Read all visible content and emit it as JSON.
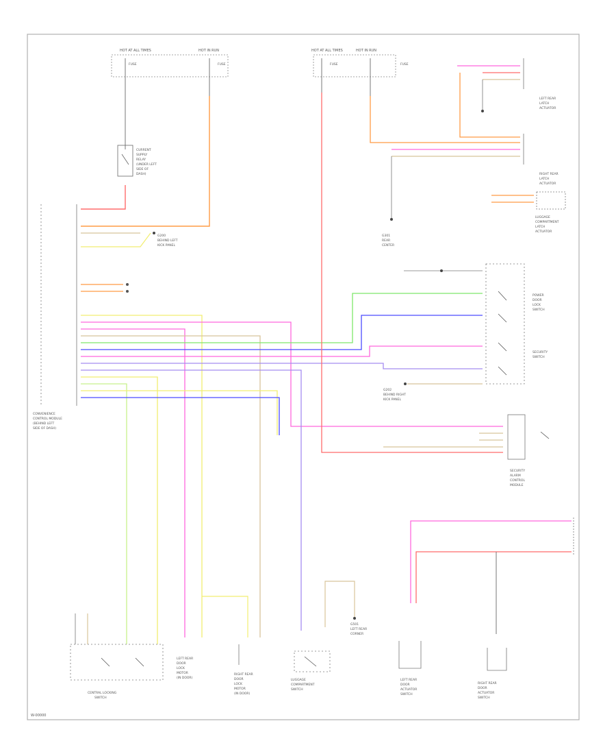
{
  "colors": {
    "border": "#b0b0b0",
    "wire_black": "#777777",
    "red": "#ff6b6b",
    "orange": "#ff9b45",
    "pink": "#ff66dd",
    "green": "#7ee86a",
    "blue": "#4b4bff",
    "yellow": "#f2ee70",
    "tan": "#d8c49a",
    "violet": "#a48cf0",
    "mix_green_yellow": "#c8f08c"
  },
  "labels": {
    "top_left_fuses": [
      "HOT AT ALL TIMES",
      "HOT IN RUN",
      "FUSE",
      "FUSE"
    ],
    "top_mid_fuses": [
      "HOT AT ALL TIMES",
      "HOT IN RUN",
      "FUSE",
      "FUSE"
    ],
    "relay": [
      "CURRENT",
      "SUPPLY",
      "RELAY",
      "(UNDER LEFT",
      "SIDE OF",
      "DASH)"
    ],
    "left_module": [
      "CONVENIENCE",
      "CONTROL MODULE",
      "(BEHIND LEFT",
      "SIDE OF DASH)"
    ],
    "ground_g1": [
      "G200",
      "BEHIND LEFT",
      "KICK PANEL"
    ],
    "ground_g2": [
      "G301",
      "REAR",
      "CENTER"
    ],
    "ground_g3": [
      "G202",
      "BEHIND RIGHT",
      "KICK PANEL"
    ],
    "ground_g4": [
      "G501",
      "LEFT REAR",
      "CORNER"
    ],
    "right_upper": [
      "LEFT REAR",
      "LATCH",
      "ACTUATOR"
    ],
    "right_mid": [
      "RIGHT REAR",
      "LATCH",
      "ACTUATOR"
    ],
    "right_mid2": [
      "LUGGAGE",
      "COMPARTMENT",
      "LATCH",
      "ACTUATOR"
    ],
    "sw_mid": [
      "POWER",
      "DOOR",
      "LOCK",
      "SWITCH",
      "SECURITY",
      "SWITCH"
    ],
    "ant_module": [
      "SECURITY",
      "ALARM",
      "CONTROL",
      "MODULE"
    ],
    "bot_1": [
      "CENTRAL LOCKING",
      "SWITCH"
    ],
    "bot_2": [
      "LEFT REAR",
      "DOOR",
      "LOCK",
      "MOTOR",
      "(IN DOOR)"
    ],
    "bot_3": [
      "RIGHT REAR",
      "DOOR",
      "LOCK",
      "MOTOR",
      "(IN DOOR)"
    ],
    "bot_4": [
      "LUGGAGE",
      "COMPARTMENT",
      "SWITCH"
    ],
    "bot_5": [
      "LEFT REAR",
      "DOOR",
      "ACTUATOR",
      "SWITCH"
    ],
    "bot_6": [
      "RIGHT REAR",
      "DOOR",
      "ACTUATOR",
      "SWITCH"
    ],
    "footer": "W-00000"
  }
}
